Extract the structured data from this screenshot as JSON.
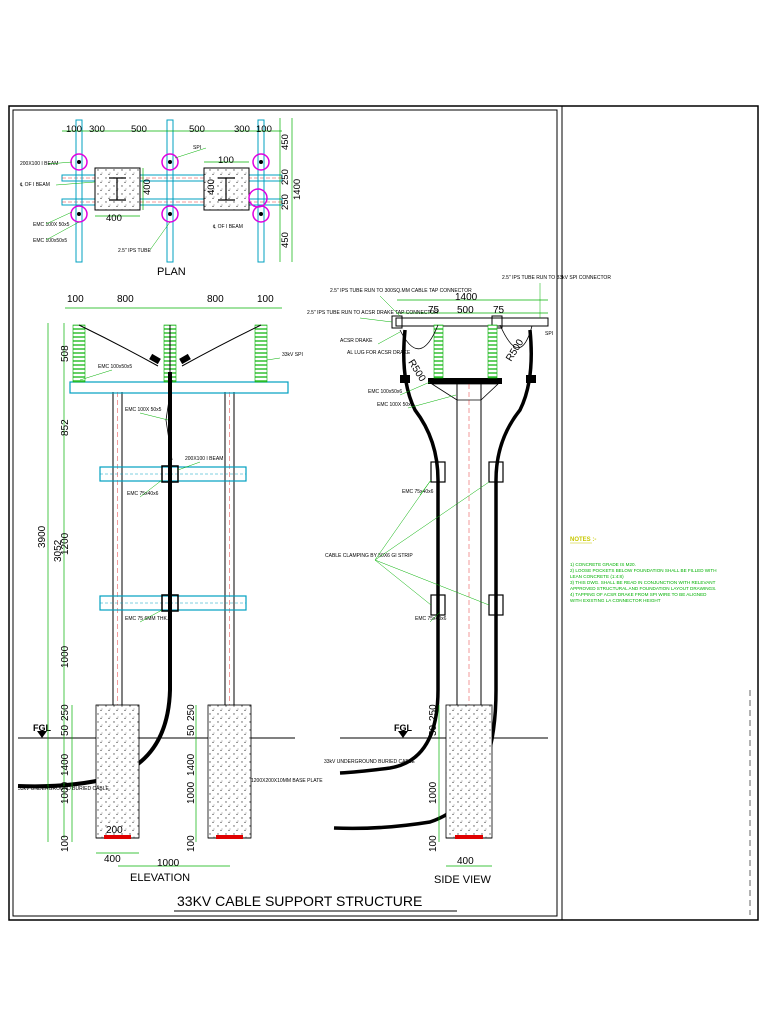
{
  "titles": {
    "plan": "PLAN",
    "elevation": "ELEVATION",
    "side_view": "SIDE VIEW",
    "main": "33KV CABLE SUPPORT STRUCTURE"
  },
  "plan": {
    "top_dims": [
      "100",
      "300",
      "500",
      "500",
      "300",
      "100"
    ],
    "right_dims": [
      "450",
      "250",
      "250",
      "450"
    ],
    "total_right": "1400",
    "inner_100": "100",
    "dim_400_vertical": "400",
    "dim_400_horizontal": "400",
    "dim_400_right": "400",
    "labels": {
      "ibeam": "200X100 I BEAM",
      "cl_ibeam_left": "℄ OF I BEAM",
      "cl_ibeam_right": "℄ OF I BEAM",
      "emc1": "EMC 100X 50x5",
      "emc2": "EMC 100x50x5",
      "tube": "2.5\" IPS TUBE",
      "spi": "SPI"
    }
  },
  "elevation": {
    "top_dims": [
      "100",
      "800",
      "800",
      "100"
    ],
    "left_dims": [
      "508",
      "852",
      "1200",
      "1000",
      "250",
      "50",
      "1400",
      "1000",
      "100"
    ],
    "total_3900": "3900",
    "total_3052": "3052",
    "right_dims": [
      "250",
      "50",
      "1400",
      "1000",
      "100"
    ],
    "bottom_400": "400",
    "bottom_1000": "1000",
    "base_200": "200",
    "fgl": "FGL",
    "labels": {
      "emc_top": "EMC 100x50x5",
      "emc_100x": "EMC 100X 50x5",
      "beam": "200X100 I BEAM",
      "emc75a": "EMC 75x40x6",
      "emc75b": "EMC 75 6MM THK.",
      "cable_left": "33kV UNDERGROUND BURIED CABLE",
      "footing": "1200X200X10MM BASE PLATE",
      "v33": "33kV SPI"
    }
  },
  "side": {
    "total_1400": "1400",
    "dims_top": [
      "75",
      "500",
      "75"
    ],
    "r500a": "R500",
    "r500b": "R500",
    "left_dims": [
      "250",
      "50",
      "1000",
      "100"
    ],
    "bottom_400": "400",
    "fgl": "FGL",
    "labels": {
      "tube1": "2.5\" IPS TUBE RUN TO 300SQ.MM CABLE TAP CONNECTOR",
      "tube2": "2.5\" IPS TUBE RUN TO ACSR DRAKE TAP CONNECTOR",
      "acsr": "ACSR DRAKE",
      "allug": "AL LUG FOR ACSR DRAKE",
      "tube3": "2.5\" IPS TUBE RUN TO 33kV SPI CONNECTOR",
      "spi": "SPI",
      "emc1": "EMC 100x50x6",
      "emc2": "EMC 100X 50x5",
      "emc3": "EMC 75x40x6",
      "emc4": "EMC 75x40x6",
      "clamp": "CABLE CLAMPING BY 50X6 GI STRIP",
      "cable": "33kV UNDERGROUND BURIED CABLE"
    }
  },
  "notes": {
    "title": "NOTES :-",
    "items": [
      "1) CONCRETE GRADE IS M20.",
      "2) LOOSE POCKETS BELOW FOUNDATION SHALL BE FILLED WITH",
      "    LEAN CONCRETE (1:4:8)",
      "3) THIS DWG. SHALL BE READ IN CONJUNCTION WITH RELEVANT",
      "    APPROVED STRUCTURAL AND FOUNDATION LAYOUT DRAWINGS.",
      "4) TAPPING OF ACSR DRAKE FROM SPI WIRE TO BE ALIGNED",
      "    WITH EXISTING LA CONNECTOR HEIGHT"
    ]
  },
  "colors": {
    "green": "#00b000",
    "cyan": "#00a0c0",
    "magenta": "#e000e0",
    "red": "#e00000",
    "black": "#000000"
  }
}
